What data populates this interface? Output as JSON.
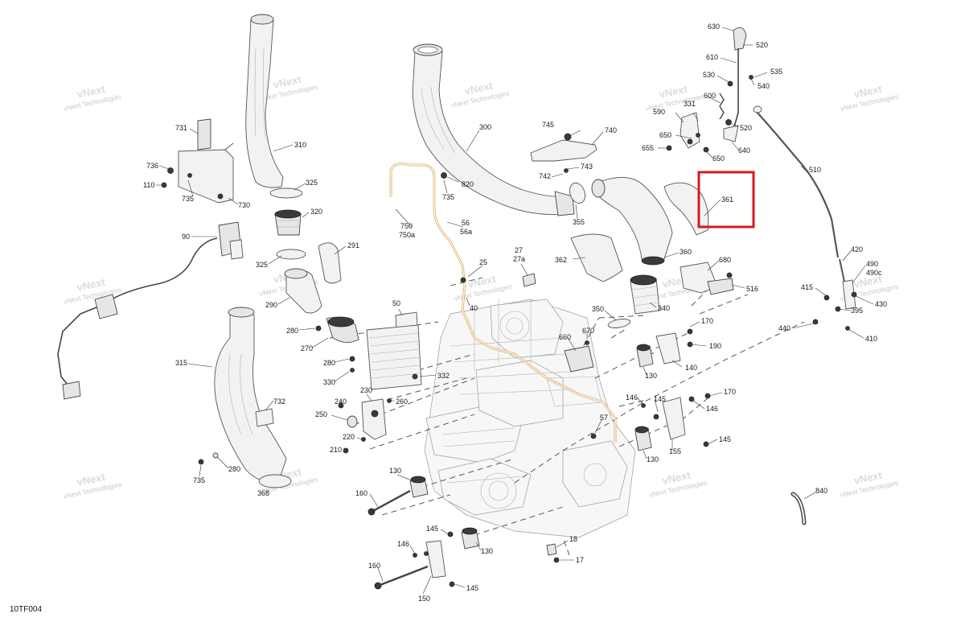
{
  "diagram": {
    "code": "10TF004",
    "watermark_line1": "vNext",
    "watermark_line2": "Technologies",
    "watermark_full": "vNext Technologies",
    "highlight_color": "#d71920",
    "harness_color": "#d9a35a",
    "callouts": [
      {
        "id": "c630",
        "text": "630"
      },
      {
        "id": "c520a",
        "text": "520"
      },
      {
        "id": "c610",
        "text": "610"
      },
      {
        "id": "c535",
        "text": "535"
      },
      {
        "id": "c530",
        "text": "530"
      },
      {
        "id": "c540",
        "text": "540"
      },
      {
        "id": "c600",
        "text": "600"
      },
      {
        "id": "c331",
        "text": "331"
      },
      {
        "id": "c590",
        "text": "590"
      },
      {
        "id": "c520b",
        "text": "520"
      },
      {
        "id": "c650a",
        "text": "650"
      },
      {
        "id": "c655",
        "text": "655"
      },
      {
        "id": "c650b",
        "text": "650"
      },
      {
        "id": "c640",
        "text": "640"
      },
      {
        "id": "c510",
        "text": "510"
      },
      {
        "id": "c745",
        "text": "745"
      },
      {
        "id": "c740",
        "text": "740"
      },
      {
        "id": "c743",
        "text": "743"
      },
      {
        "id": "c742",
        "text": "742"
      },
      {
        "id": "c300",
        "text": "300"
      },
      {
        "id": "c820",
        "text": "820"
      },
      {
        "id": "c735a",
        "text": "735"
      },
      {
        "id": "c355",
        "text": "355"
      },
      {
        "id": "c361",
        "text": "361"
      },
      {
        "id": "c360",
        "text": "360"
      },
      {
        "id": "c362",
        "text": "362"
      },
      {
        "id": "c680",
        "text": "680"
      },
      {
        "id": "c516",
        "text": "516"
      },
      {
        "id": "c340",
        "text": "340"
      },
      {
        "id": "c350",
        "text": "350"
      },
      {
        "id": "c170a",
        "text": "170"
      },
      {
        "id": "c190",
        "text": "190"
      },
      {
        "id": "c140",
        "text": "140"
      },
      {
        "id": "c130a",
        "text": "130"
      },
      {
        "id": "c670",
        "text": "670"
      },
      {
        "id": "c660",
        "text": "660"
      },
      {
        "id": "c146a",
        "text": "146"
      },
      {
        "id": "c145a",
        "text": "145"
      },
      {
        "id": "c170b",
        "text": "170"
      },
      {
        "id": "c146b",
        "text": "146"
      },
      {
        "id": "c145b",
        "text": "145"
      },
      {
        "id": "c155",
        "text": "155"
      },
      {
        "id": "c130b",
        "text": "130"
      },
      {
        "id": "c57",
        "text": "57"
      },
      {
        "id": "c420",
        "text": "420"
      },
      {
        "id": "c490",
        "text": "490"
      },
      {
        "id": "c490c",
        "text": "490c"
      },
      {
        "id": "c415",
        "text": "415"
      },
      {
        "id": "c395",
        "text": "395"
      },
      {
        "id": "c430",
        "text": "430"
      },
      {
        "id": "c440",
        "text": "440"
      },
      {
        "id": "c410",
        "text": "410"
      },
      {
        "id": "c840",
        "text": "840"
      },
      {
        "id": "c731",
        "text": "731"
      },
      {
        "id": "c310",
        "text": "310"
      },
      {
        "id": "c736",
        "text": "736"
      },
      {
        "id": "c110",
        "text": "110"
      },
      {
        "id": "c735b",
        "text": "735"
      },
      {
        "id": "c730",
        "text": "730"
      },
      {
        "id": "c325a",
        "text": "325"
      },
      {
        "id": "c320",
        "text": "320"
      },
      {
        "id": "c90",
        "text": "90"
      },
      {
        "id": "c325b",
        "text": "325"
      },
      {
        "id": "c291",
        "text": "291"
      },
      {
        "id": "c290",
        "text": "290"
      },
      {
        "id": "c280a",
        "text": "280"
      },
      {
        "id": "c270",
        "text": "270"
      },
      {
        "id": "c280b",
        "text": "280"
      },
      {
        "id": "c330",
        "text": "330"
      },
      {
        "id": "c315",
        "text": "315"
      },
      {
        "id": "c732",
        "text": "732"
      },
      {
        "id": "c735c",
        "text": "735"
      },
      {
        "id": "c280c",
        "text": "280"
      },
      {
        "id": "c368",
        "text": "368"
      },
      {
        "id": "c750",
        "text": "750"
      },
      {
        "id": "c750a",
        "text": "750a"
      },
      {
        "id": "c56",
        "text": "56"
      },
      {
        "id": "c56a",
        "text": "56a"
      },
      {
        "id": "c27",
        "text": "27"
      },
      {
        "id": "c27a",
        "text": "27a"
      },
      {
        "id": "c25",
        "text": "25"
      },
      {
        "id": "c40",
        "text": "40"
      },
      {
        "id": "c50",
        "text": "50"
      },
      {
        "id": "c332",
        "text": "332"
      },
      {
        "id": "c240",
        "text": "240"
      },
      {
        "id": "c230",
        "text": "230"
      },
      {
        "id": "c260",
        "text": "260"
      },
      {
        "id": "c250",
        "text": "250"
      },
      {
        "id": "c220",
        "text": "220"
      },
      {
        "id": "c210",
        "text": "210"
      },
      {
        "id": "c130c",
        "text": "130"
      },
      {
        "id": "c160a",
        "text": "160"
      },
      {
        "id": "c145c",
        "text": "145"
      },
      {
        "id": "c130d",
        "text": "130"
      },
      {
        "id": "c146c",
        "text": "146"
      },
      {
        "id": "c160b",
        "text": "160"
      },
      {
        "id": "c150",
        "text": "150"
      },
      {
        "id": "c145d",
        "text": "145"
      },
      {
        "id": "c18",
        "text": "18"
      },
      {
        "id": "c17",
        "text": "17"
      }
    ]
  }
}
